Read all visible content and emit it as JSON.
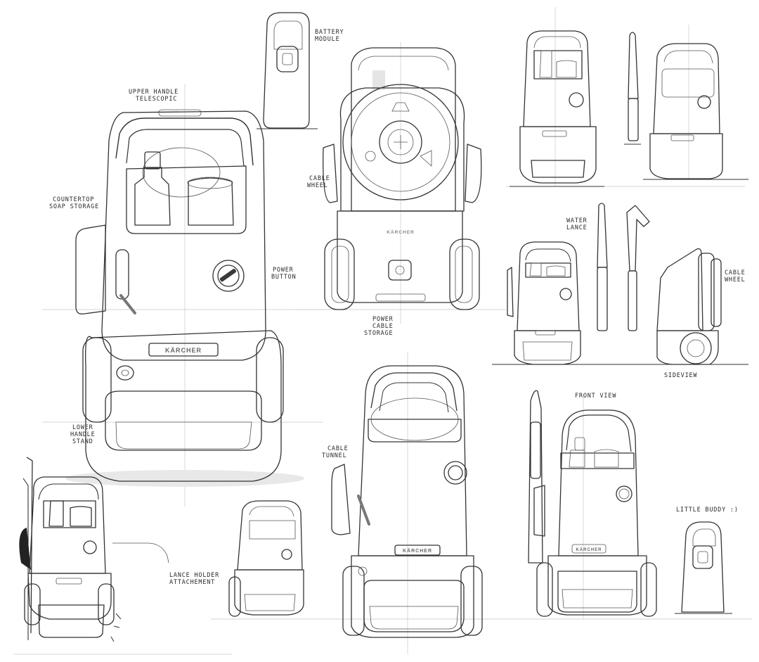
{
  "sheet": {
    "colors": {
      "yellow": "#f2ec55",
      "yellow_shade": "#d9d33c",
      "yellow_light": "#f8f5a6",
      "dark_grey": "#5b5b5b",
      "mid_grey": "#8c8c8c",
      "light_grey": "#d5d5d5",
      "line": "#333333"
    },
    "brand_mark": "KÄRCHER"
  },
  "labels": {
    "upper_handle": [
      "UPPER HANDLE",
      "TELESCOPIC"
    ],
    "countertop": [
      "COUNTERTOP",
      "SOAP STORAGE"
    ],
    "lower_handle": [
      "LOWER",
      "HANDLE",
      "STAND"
    ],
    "lance_holder": [
      "LANCE HOLDER",
      "ATTACHEMENT"
    ],
    "battery": [
      "BATTERY",
      "MODULE"
    ],
    "cable_wheel_center": [
      "CABLE",
      "WHEEL"
    ],
    "power_button": [
      "POWER",
      "BUTTON"
    ],
    "power_cable": [
      "POWER",
      "CABLE",
      "STORAGE"
    ],
    "water_lance": [
      "WATER",
      "LANCE"
    ],
    "cable_wheel_right": [
      "CABLE",
      "WHEEL"
    ],
    "sideview": "SIDEVIEW",
    "front_view": "FRONT VIEW",
    "cable_tunnel": [
      "CABLE",
      "TUNNEL"
    ],
    "little_buddy": "LITTLE BUDDY :)"
  }
}
